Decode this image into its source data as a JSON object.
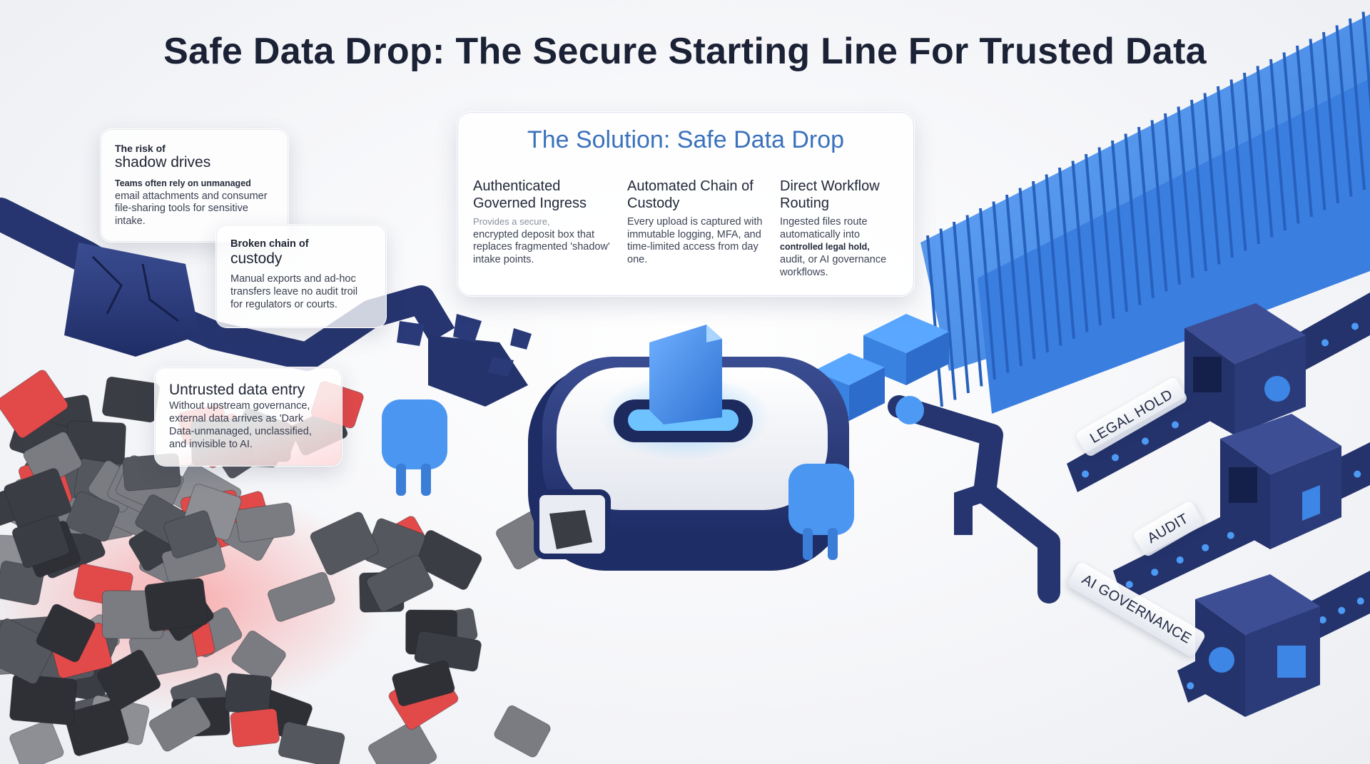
{
  "title": "Safe Data Drop: The Secure Starting Line For Trusted Data",
  "problems": [
    {
      "kicker": "The risk of",
      "heading": "shadow drives",
      "lead": "Teams often rely on unmanaged",
      "body": "email attachments and consumer file-sharing tools for sensitive intake."
    },
    {
      "kicker": "Broken chain of",
      "heading": "custody",
      "body": "Manual exports and ad-hoc transfers leave no audit troil for regulators or courts."
    },
    {
      "heading": "Untrusted data entry",
      "body": "Without upstream governance, external data arrives as 'Dark Data-unmanaged, unclassified, and invisible to AI."
    }
  ],
  "solution": {
    "title": "The Solution: Safe Data Drop",
    "columns": [
      {
        "heading": "Authenticated Governed Ingress",
        "lead": "Provides a secure,",
        "body": "encrypted deposit box that replaces fragmented 'shadow' intake points."
      },
      {
        "heading": "Automated Chain of Custody",
        "body": "Every upload is captured with immutable logging, MFA, and time-limited access from day one."
      },
      {
        "heading": "Direct Workflow Routing",
        "body": "Ingested files route automatically into",
        "emph": "controlled legal hold,",
        "body2": "audit, or AI governance workflows."
      }
    ]
  },
  "routes": [
    "LEGAL HOLD",
    "AUDIT",
    "AI GOVERNANCE"
  ],
  "colors": {
    "navy": "#2a3a78",
    "blue": "#3f86e0",
    "red": "#e24a4a",
    "dark_tile": "#3b3d44",
    "title": "#1c2236",
    "solution_title": "#3a72bc"
  }
}
